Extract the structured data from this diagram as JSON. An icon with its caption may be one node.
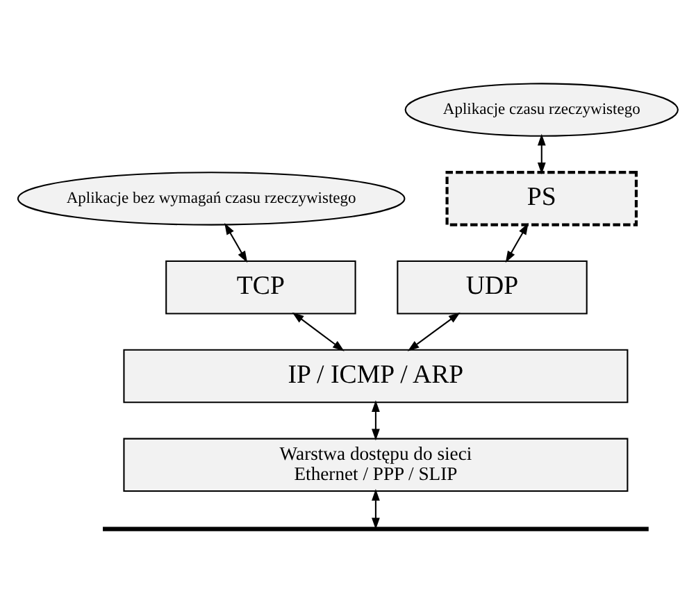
{
  "diagram": {
    "nodes": [
      {
        "text": [
          "Aplikacje czasu rzeczywistego"
        ]
      },
      {
        "text": [
          "Aplikacje bez wymagań czasu rzeczywistego"
        ]
      },
      {
        "text": [
          "PS"
        ]
      },
      {
        "text": [
          "TCP"
        ]
      },
      {
        "text": [
          "UDP"
        ]
      },
      {
        "text": [
          "IP / ICMP / ARP"
        ]
      },
      {
        "text": [
          "Warstwa dostępu do sieci",
          "Ethernet / PPP / SLIP"
        ]
      },
      {
        "text": [],
        "shape": "bar"
      }
    ],
    "edges": [
      {
        "from": 0,
        "to": 2,
        "arrow": "both"
      },
      {
        "from": 1,
        "to": 3,
        "arrow": "both"
      },
      {
        "from": 2,
        "to": 4,
        "arrow": "both"
      },
      {
        "from": 3,
        "to": 5,
        "arrow": "both"
      },
      {
        "from": 4,
        "to": 5,
        "arrow": "both"
      },
      {
        "from": 5,
        "to": 6,
        "arrow": "both"
      },
      {
        "from": 6,
        "to": 7,
        "arrow": "both"
      }
    ]
  }
}
